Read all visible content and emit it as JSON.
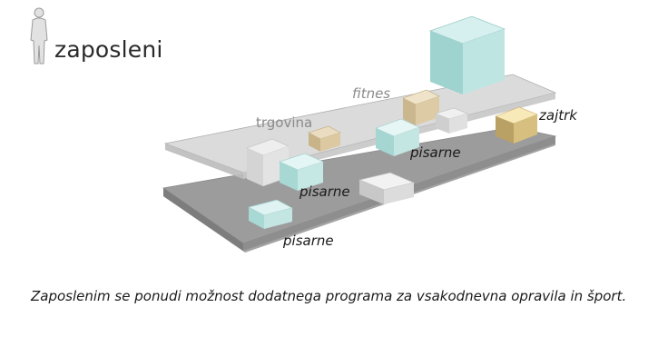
{
  "legend": {
    "icon": "person-silhouette-icon",
    "label": "zaposleni"
  },
  "labels": {
    "fitnes": "fitnes",
    "trgovina": "trgovina",
    "zajtrk": "zajtrk",
    "pisarne_top": "pisarne",
    "pisarne_mid": "pisarne",
    "pisarne_bottom": "pisarne"
  },
  "caption": "Zaposlenim se ponudi možnost dodatnega programa za vsakodnevna opravila in šport.",
  "colors": {
    "upper_slab": "#d6d6d6",
    "lower_slab": "#9c9c9c",
    "aqua": "#bfe3e1",
    "tan": "#d9c9a8",
    "yellow": "#f1dfa8",
    "grey_box": "#e4e4e4"
  }
}
